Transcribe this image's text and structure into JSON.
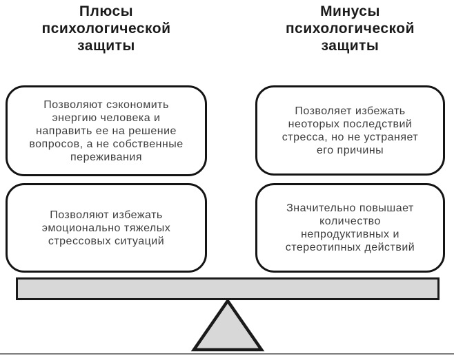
{
  "diagram": {
    "type": "balance-scale",
    "titles": {
      "left": "Плюсы\nпсихологической\nзащиты",
      "right": "Минусы\nпсихологической\nзащиты"
    },
    "pros": [
      {
        "text": "Позволяют сэкономить\nэнергию человека и\nнаправить ее на решение\nвопросов, а не собственные\nпереживания"
      },
      {
        "text": "Позволяют избежать\nэмоционально тяжелых\nстрессовых ситуаций"
      }
    ],
    "cons": [
      {
        "text": "Позволяет избежать\nнеоторых последствий\nстресса, но не устраняет\nего причины"
      },
      {
        "text": "Значительно повышает\nколичество\nнепродуктивных и\nстереотипных действий"
      }
    ],
    "colors": {
      "background": "#ffffff",
      "box_fill": "#ffffff",
      "box_border": "#141414",
      "title_text": "#1b1b1b",
      "body_text": "#3d3d3d",
      "beam_fill": "#d8d8d8",
      "beam_border": "#1a1a1a",
      "fulcrum_fill": "#d8d8d8",
      "fulcrum_border": "#1a1a1a",
      "baseline": "#7c7c7c"
    }
  }
}
